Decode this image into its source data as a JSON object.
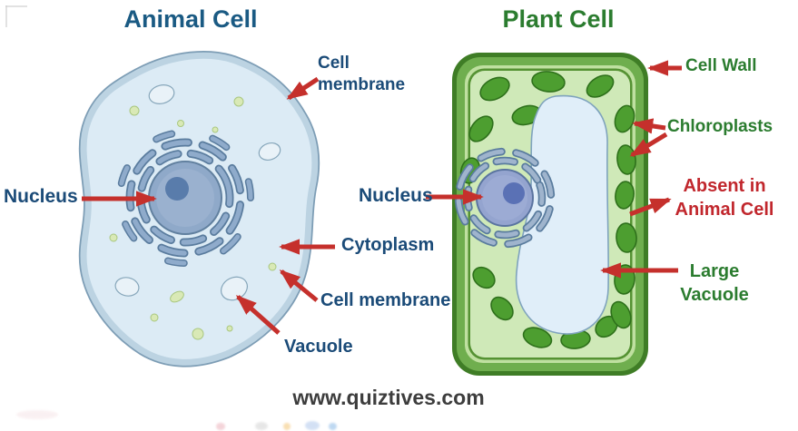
{
  "colors": {
    "animal_title": "#1a5a83",
    "animal_label": "#1b4b78",
    "plant_title": "#2b7c2f",
    "plant_label": "#2b7c2f",
    "warning_red": "#c1272d",
    "arrow_red": "#c5302c",
    "animal_cell_fill": "#dcebf5",
    "animal_membrane": "#bcd3e2",
    "plant_wall": "#6fae4e",
    "plant_interior": "#cfe9b8",
    "chloroplast": "#4d9e30",
    "vacuole_fill": "#e0eef9",
    "nucleus_fill": "#8fa9c9",
    "site_text": "#3d3d3d"
  },
  "animal": {
    "title": "Animal Cell",
    "labels": {
      "membrane_top_l1": "Cell",
      "membrane_top_l2": "membrane",
      "nucleus": "Nucleus",
      "cytoplasm": "Cytoplasm",
      "membrane_bottom": "Cell membrane",
      "vacuole": "Vacuole"
    }
  },
  "plant": {
    "title": "Plant Cell",
    "labels": {
      "cell_wall": "Cell Wall",
      "chloroplasts": "Chloroplasts",
      "nucleus": "Nucleus",
      "absent_l1": "Absent in",
      "absent_l2": "Animal Cell",
      "large_vacuole_l1": "Large",
      "large_vacuole_l2": "Vacuole"
    }
  },
  "footer": {
    "website": "www.quiztives.com"
  }
}
